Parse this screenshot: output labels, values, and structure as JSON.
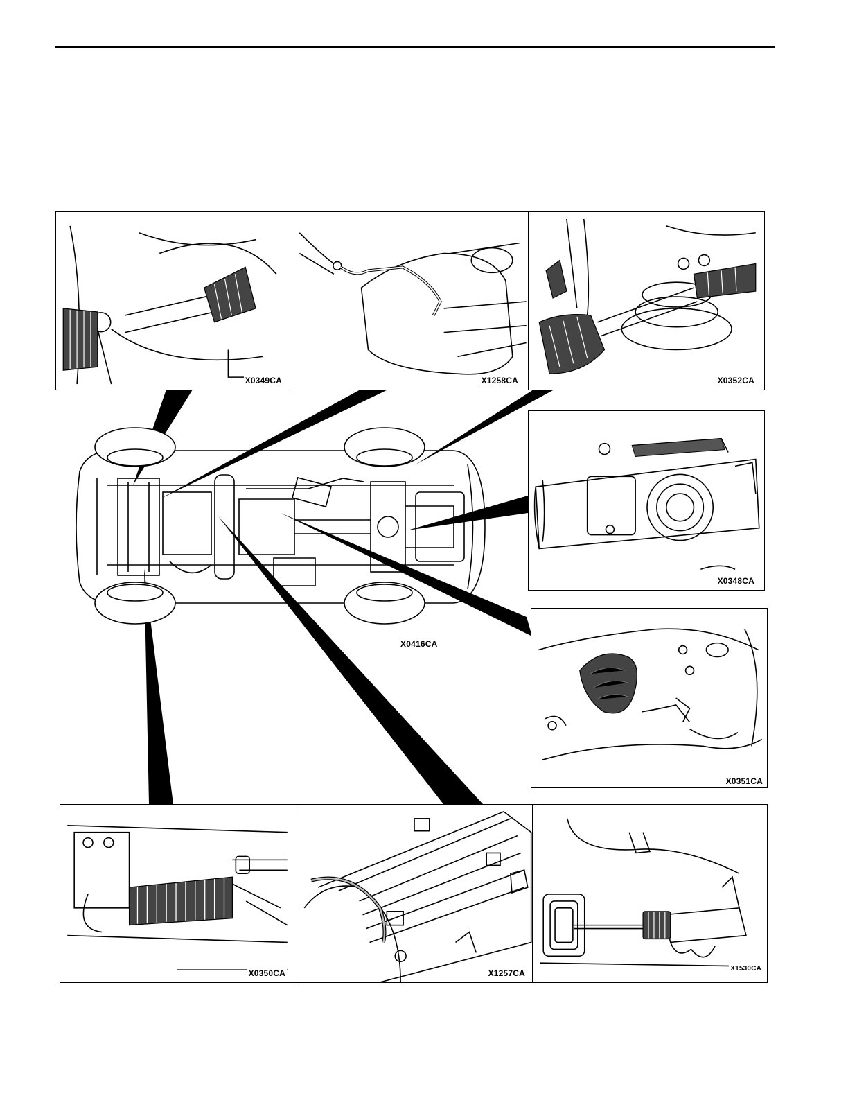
{
  "figure": {
    "vehicle": {
      "code": "X0416CA"
    },
    "panels": [
      {
        "id": "tie-rod-boot-left",
        "code": "X0349CA"
      },
      {
        "id": "axle-breather-hose",
        "code": "X1258CA"
      },
      {
        "id": "tie-rod-boot-right",
        "code": "X0352CA"
      },
      {
        "id": "crossmember-bushes",
        "code": "X0348CA"
      },
      {
        "id": "gear-lever-gaiter",
        "code": "X0351CA"
      },
      {
        "id": "steering-rack-gaiter",
        "code": "X0350CA"
      },
      {
        "id": "transmission-housing",
        "code": "X1257CA"
      },
      {
        "id": "clutch-slave-cylinder",
        "code": "X1530CA"
      }
    ]
  },
  "colors": {
    "ink": "#000000",
    "paper": "#ffffff",
    "shade": "#555555"
  }
}
